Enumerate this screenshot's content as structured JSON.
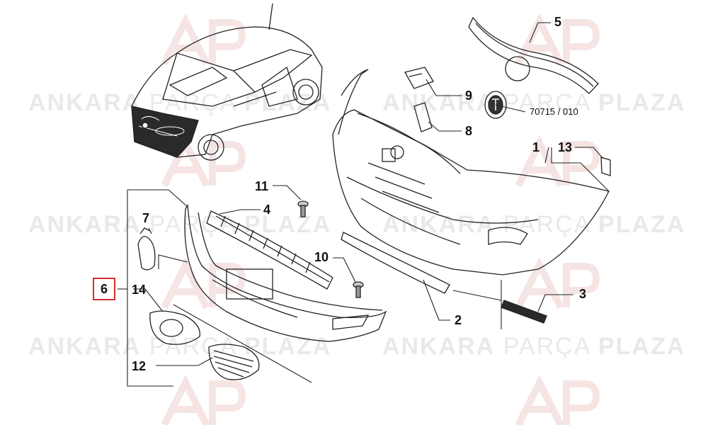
{
  "watermark": {
    "word1": "ANKARA",
    "word2": "PARÇA",
    "word3": "PLAZA"
  },
  "callouts": {
    "p1": "1",
    "p13": "13",
    "p2": "2",
    "p3": "3",
    "p4": "4",
    "p5": "5",
    "p6": "6",
    "p7": "7",
    "p8": "8",
    "p9": "9",
    "p10": "10",
    "p11": "11",
    "p12": "12",
    "p14": "14",
    "ref": "70715 / 010"
  },
  "colors": {
    "highlight_box": "#d32f2f",
    "line": "#222222",
    "watermark": "#e9e9e9",
    "logo_red": "#f2c9c9"
  }
}
